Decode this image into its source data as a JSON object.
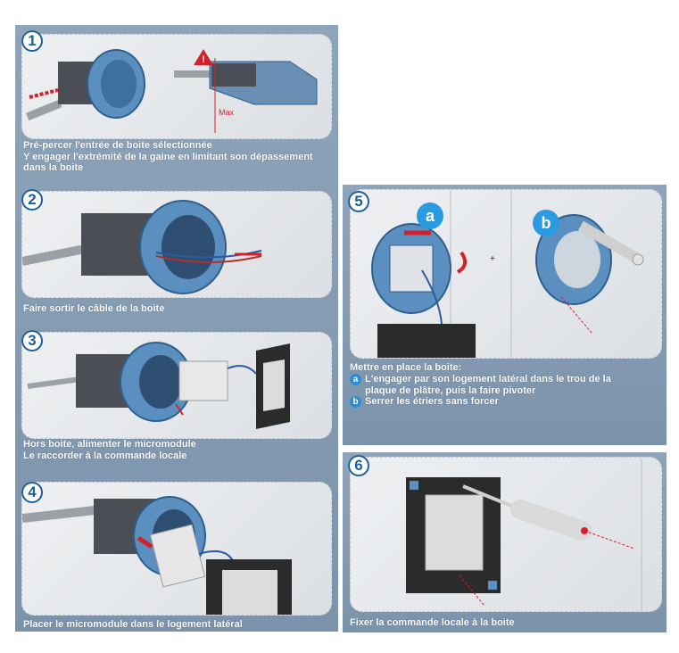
{
  "steps": {
    "s1": {
      "num": "1",
      "line1": "Pré-percer l'entrée de boite sélectionnée",
      "line2": "Y engager l'extrémité de la gaine en limitant son dépassement",
      "line3": "dans la boite",
      "max_label": "Max"
    },
    "s2": {
      "num": "2",
      "line1": "Faire sortir le câble de la boite"
    },
    "s3": {
      "num": "3",
      "line1": "Hors boite, alimenter le micromodule",
      "line2": "Le raccorder à la commande locale"
    },
    "s4": {
      "num": "4",
      "line1": "Placer le micromodule dans le logement latéral"
    },
    "s5": {
      "num": "5",
      "title": "Mettre en place la boite:",
      "a_letter": "a",
      "a_line1": "L'engager par son logement latéral dans le trou de la",
      "a_line2": "plaque de plâtre, puis la faire pivoter",
      "b_letter": "b",
      "b_line": "Serrer les étriers sans forcer",
      "plus": "+"
    },
    "s6": {
      "num": "6",
      "line1": "Fixer la commande locale à la boite"
    }
  },
  "colors": {
    "panel": "#7f97ae",
    "box_blue": "#5a8fc0",
    "arrow_red": "#d4202a",
    "wire_blue": "#2c5aa0"
  },
  "icons": [
    "warning-triangle-icon",
    "red-arrow-icon",
    "screwdriver-icon",
    "rotation-arrow-icon"
  ]
}
